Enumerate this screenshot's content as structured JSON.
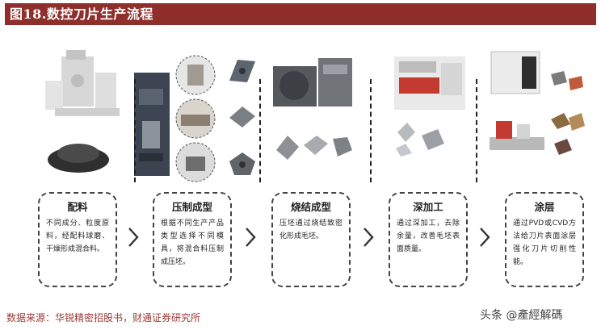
{
  "title": "图18.数控刀片生产流程",
  "stages": [
    {
      "title": "配料",
      "desc": "不同成分、粒度原料，经配料球磨、干燥形成混合料。"
    },
    {
      "title": "压制成型",
      "desc": "根据不同生产产品类型选择不同模具，将混合料压制成压坯。"
    },
    {
      "title": "烧结成型",
      "desc": "压坯通过烧结致密化形成毛坯。"
    },
    {
      "title": "深加工",
      "desc": "通过深加工，去除余量，改善毛坯表面质量。"
    },
    {
      "title": "涂层",
      "desc": "通过PVD或CVD方法给刀片表面涂层强化刀片切削性能。"
    }
  ],
  "source": "数据来源：华锐精密招股书，财通证券研究所",
  "watermark": "头条 @產經解碼",
  "colors": {
    "title_bg": "#8f2f2c",
    "source_text": "#9b3a33"
  }
}
